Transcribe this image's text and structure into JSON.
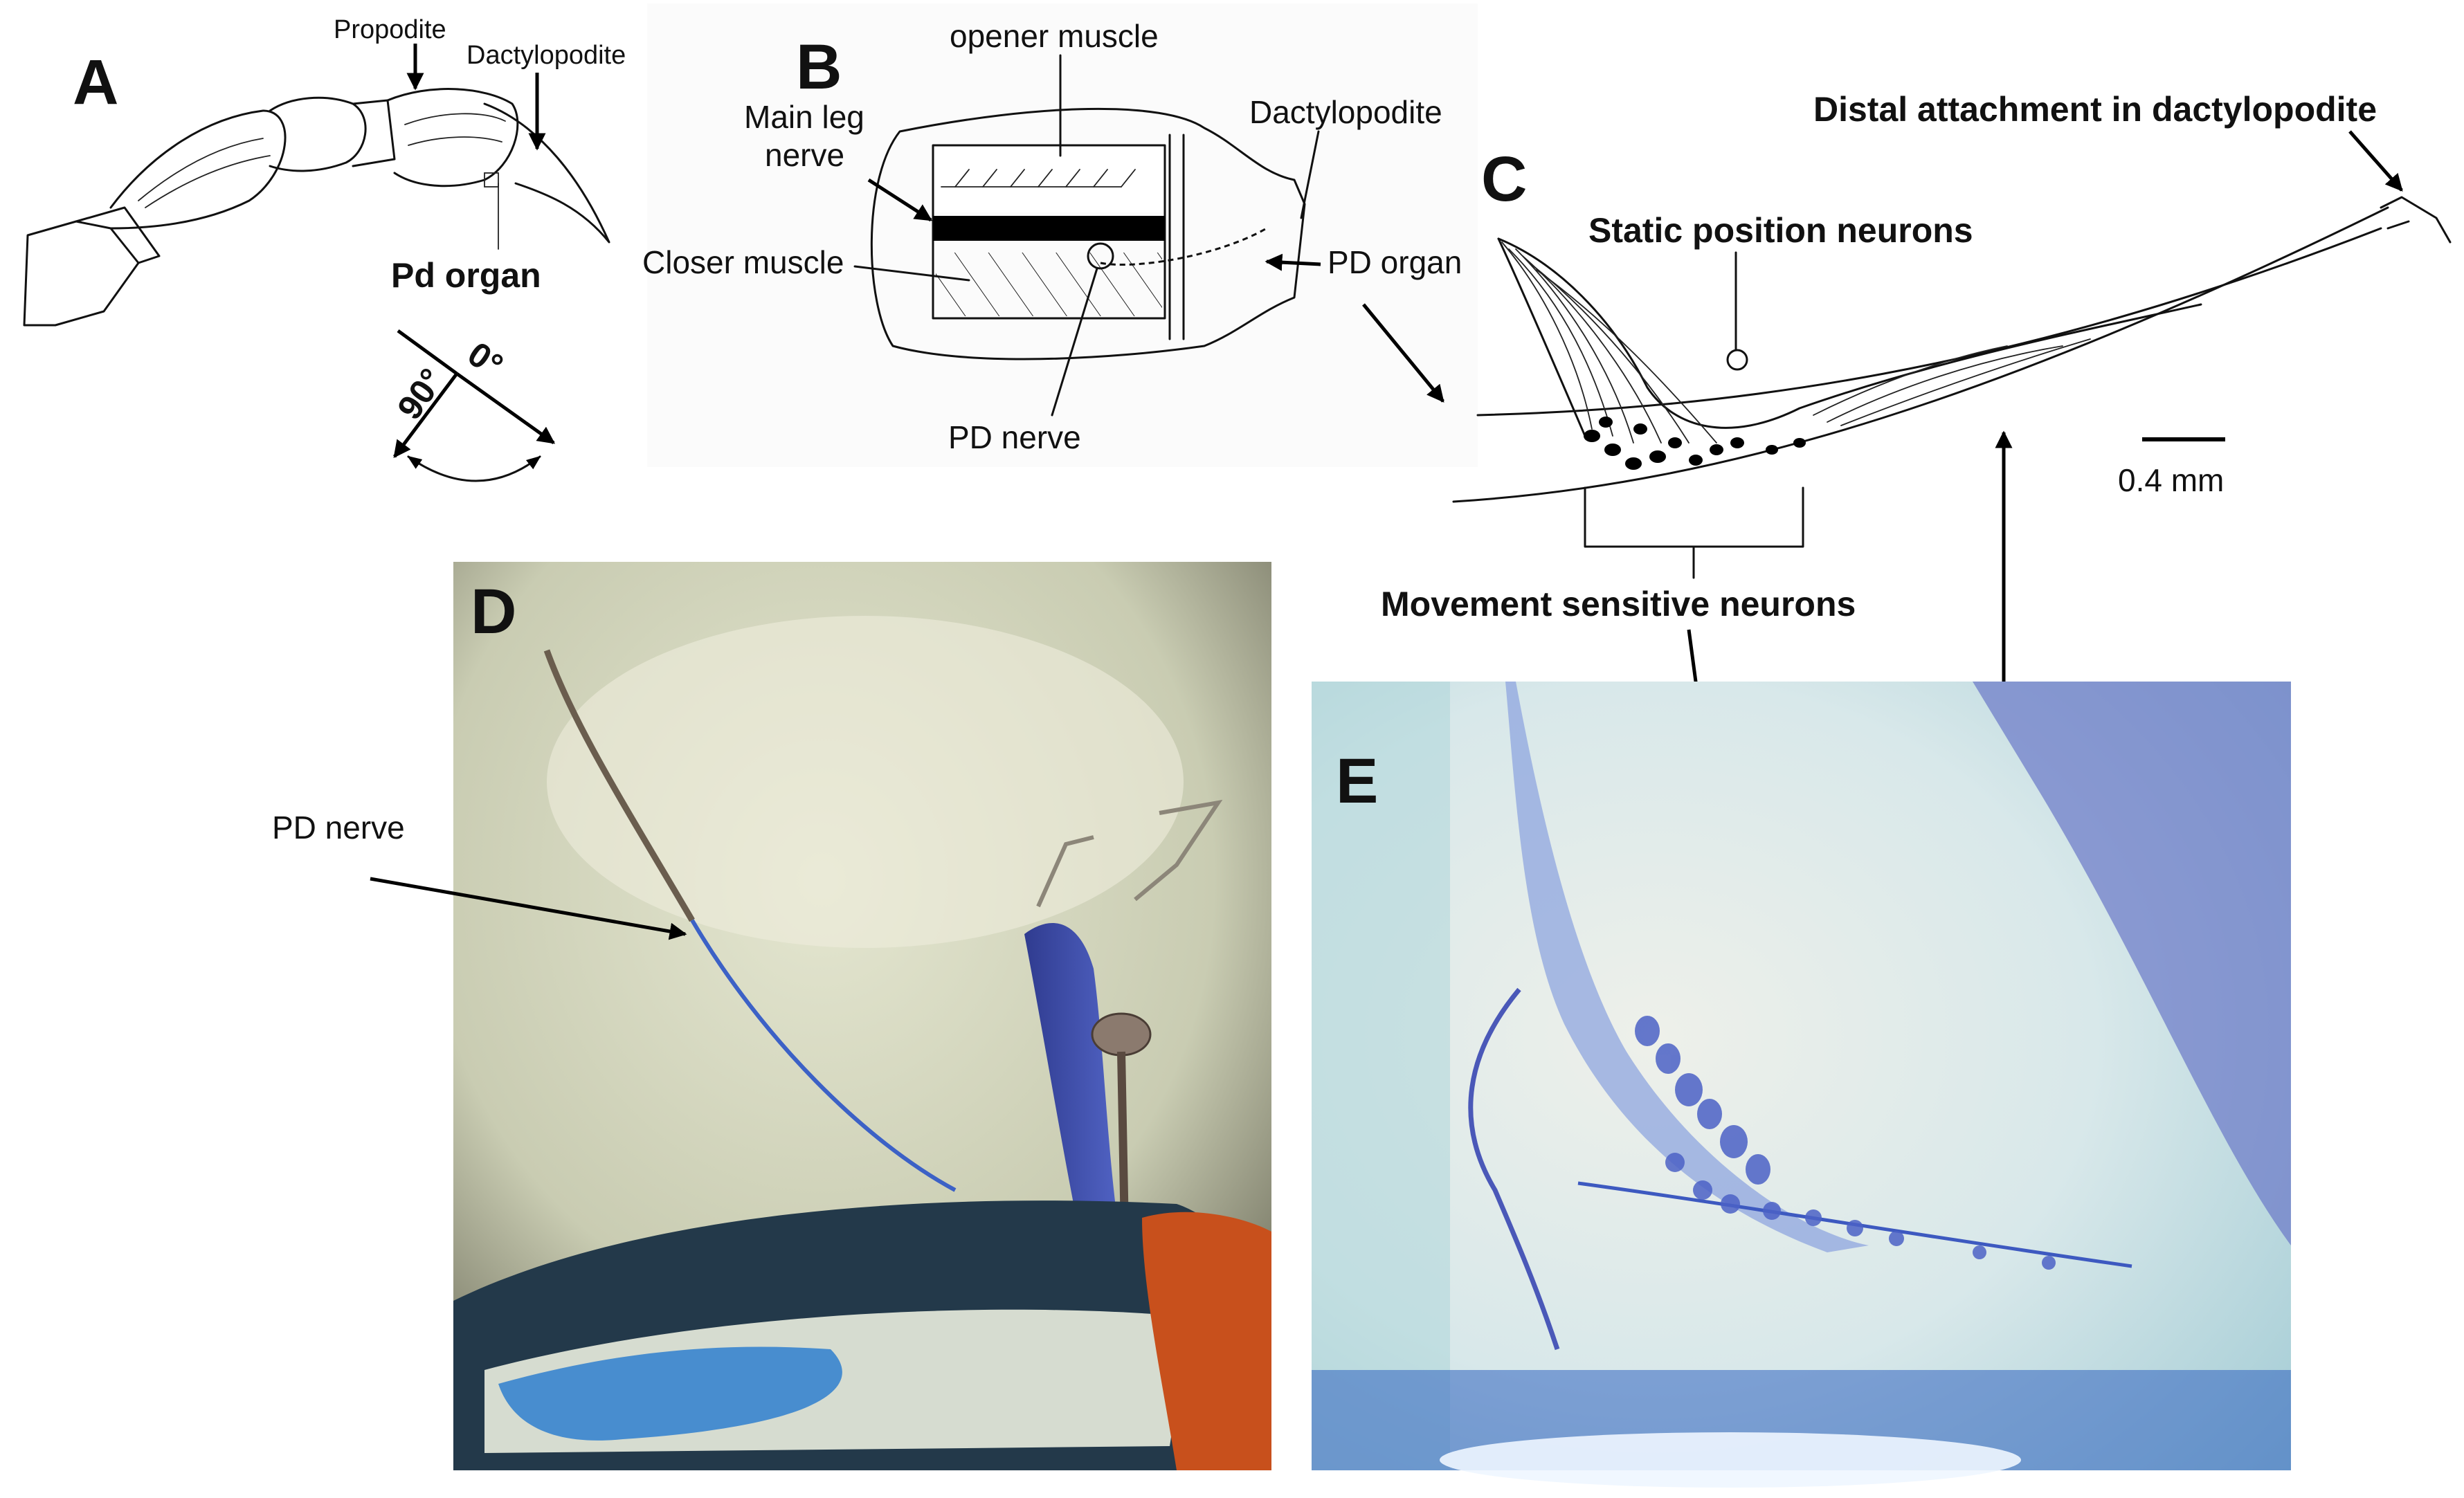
{
  "panels": {
    "a": {
      "letter": "A",
      "propodite": "Propodite",
      "dactylopodite": "Dactylopodite",
      "pd_organ": "Pd organ",
      "angle_0": "0°",
      "angle_90": "90°"
    },
    "b": {
      "letter": "B",
      "opener_muscle": "opener muscle",
      "main_leg_nerve_1": "Main leg",
      "main_leg_nerve_2": "nerve",
      "dactylopodite": "Dactylopodite",
      "closer_muscle": "Closer muscle",
      "pd_organ": "PD organ",
      "pd_nerve": "PD nerve"
    },
    "c": {
      "letter": "C",
      "distal_attachment": "Distal attachment in dactylopodite",
      "static_neurons": "Static position neurons",
      "scale_bar": "0.4 mm",
      "movement_neurons": "Movement sensitive neurons"
    },
    "d": {
      "letter": "D",
      "pd_nerve": "PD nerve"
    },
    "e": {
      "letter": "E"
    }
  },
  "colors": {
    "ink": "#111111",
    "stain_blue": "#2f5fc4",
    "photo_d_bg": "#c9ccb2",
    "photo_e_bg": "#d7e6e8",
    "tissue_orange": "#c8501c"
  }
}
